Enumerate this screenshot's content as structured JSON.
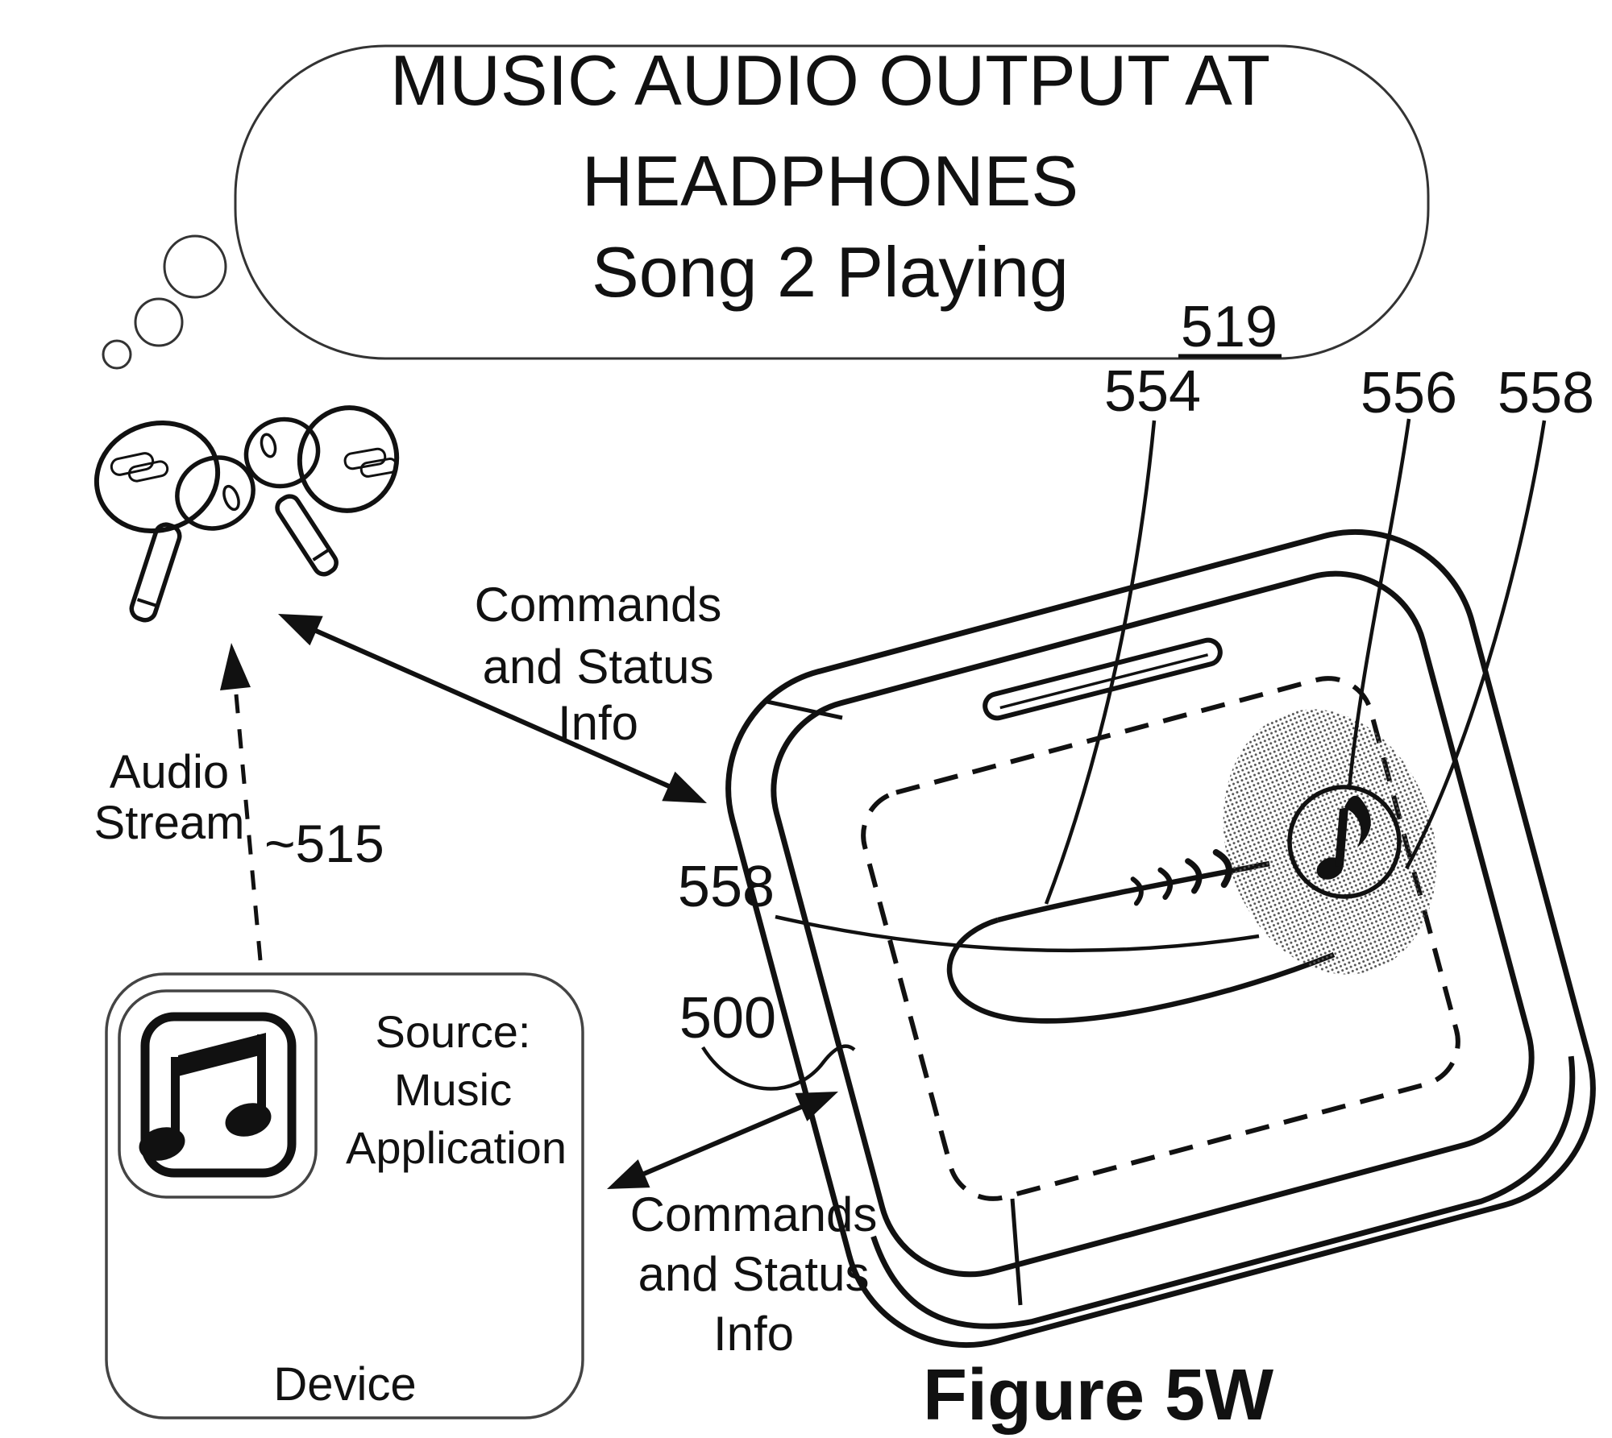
{
  "figure_caption": "Figure 5W",
  "thought_bubble": {
    "line1": "MUSIC AUDIO OUTPUT AT",
    "line2": "HEADPHONES",
    "line3": "Song 2 Playing",
    "ref": "519"
  },
  "refs": {
    "r554": "554",
    "r556": "556",
    "r558_top": "558",
    "r558_left": "558",
    "r500": "500",
    "r515": "~515"
  },
  "audio_stream": {
    "line1": "Audio",
    "line2": "Stream"
  },
  "commands_top": {
    "line1": "Commands",
    "line2": "and Status",
    "line3": "Info"
  },
  "commands_bottom": {
    "line1": "Commands",
    "line2": "and Status",
    "line3": "Info"
  },
  "device_box": {
    "source_line1": "Source:",
    "source_line2": "Music",
    "source_line3": "Application",
    "device_label": "Device"
  },
  "icons": {
    "music_app": "beamed-music-note-app-icon",
    "playing_indicator": "eighth-note-icon",
    "earbuds": "wireless-earbuds-illustration",
    "case": "charging-case-illustration"
  },
  "colors": {
    "ink": "#111111",
    "background": "#ffffff"
  }
}
